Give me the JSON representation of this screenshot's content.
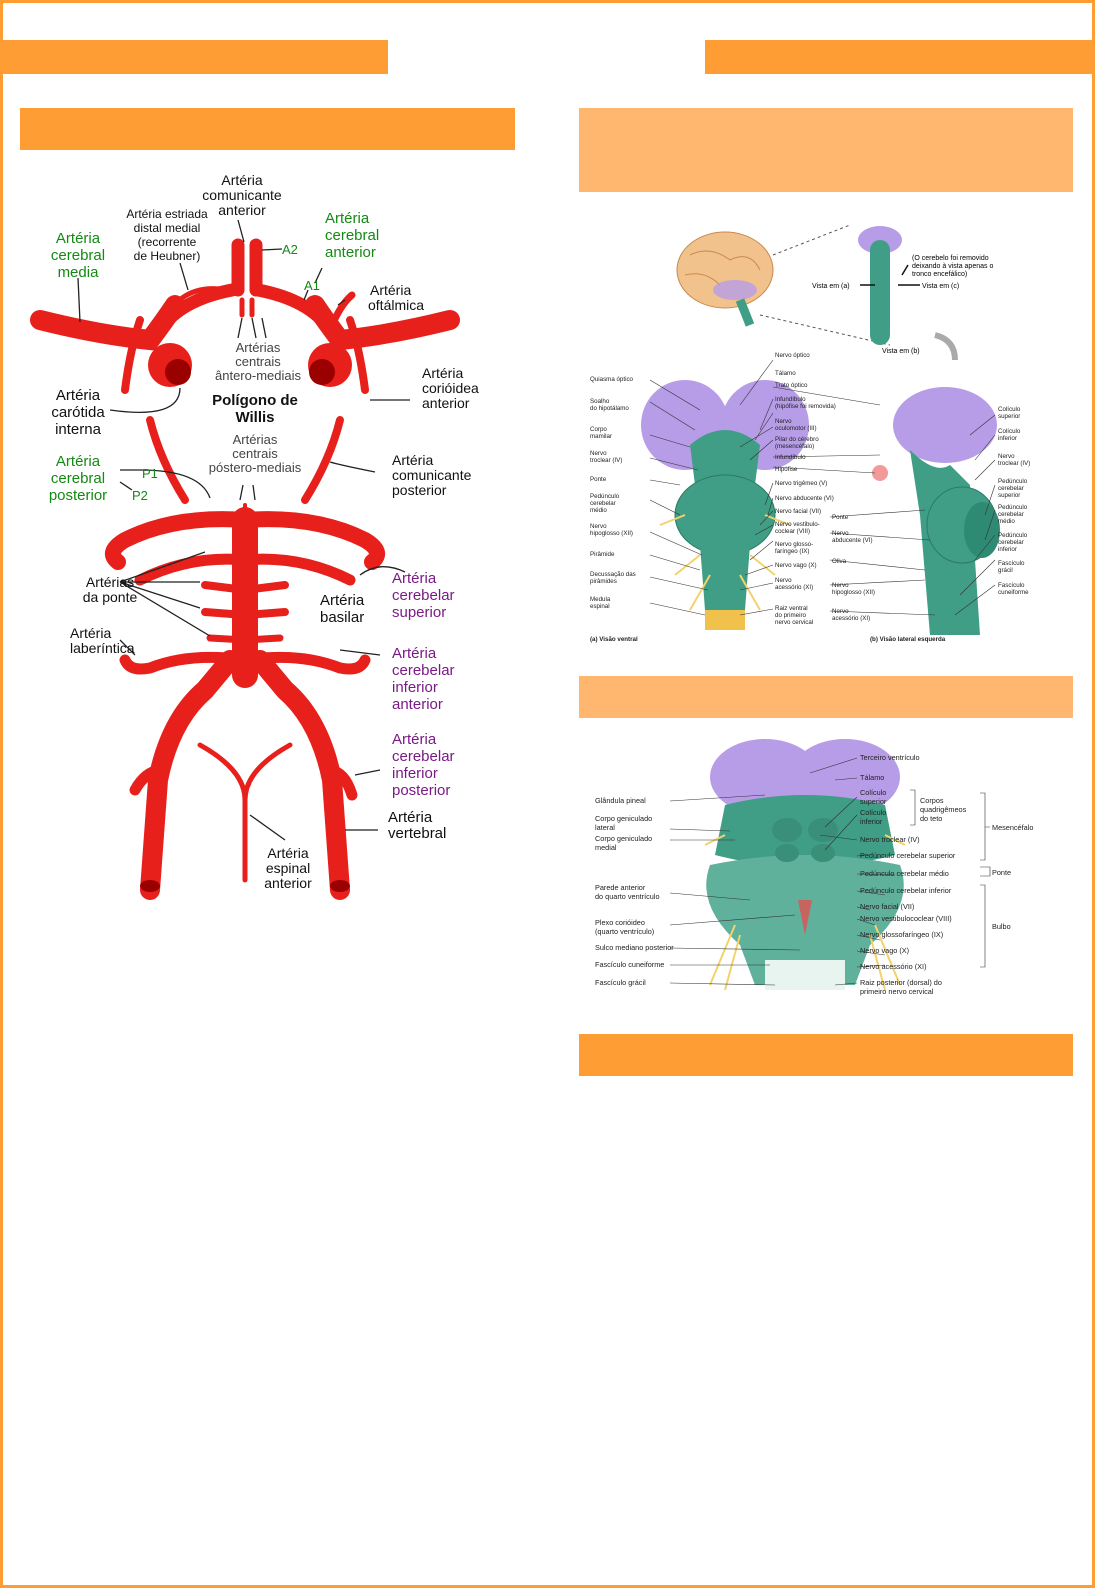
{
  "colors": {
    "frame": "#ff9d35",
    "bar": "#ff9d35",
    "bar_light": "#ffb770",
    "artery": "#e8201c",
    "green": "#138a13",
    "purple": "#7b1a86",
    "tissue": "#3f9e85",
    "lobe": "#b79ce8",
    "nerve": "#f2d36b"
  },
  "willis": {
    "title": "Polígono de Willis",
    "labels": {
      "acom": "Artéria comunicante anterior",
      "heubner": "Artéria estriada distal medial (recorrente de Heubner)",
      "aca": "Artéria cerebral anterior",
      "a2": "A2",
      "a1": "A1",
      "mca": "Artéria cerebral media",
      "oftalmica": "Artéria oftálmica",
      "antero_mediais": "Artérias centrais ântero-mediais",
      "carotida": "Artéria carótida interna",
      "coroidea": "Artéria corióidea anterior",
      "postero_mediais": "Artérias centrais póstero-mediais",
      "pca": "Artéria cerebral posterior",
      "p1": "P1",
      "p2": "P2",
      "pcom": "Artéria comunicante posterior",
      "ponte": "Artérias da ponte",
      "sca": "Artéria cerebelar superior",
      "basilar": "Artéria basilar",
      "laberintica": "Artéria laberíntica",
      "aica": "Artéria cerebelar inferior anterior",
      "pica": "Artéria cerebelar inferior posterior",
      "vertebral": "Artéria vertebral",
      "espinal": "Artéria espinal anterior"
    }
  },
  "brainstem1": {
    "top_note": "(O cerebelo foi removido deixando à vista apenas o tronco encefálico)",
    "vista_a": "Vista em (a)",
    "vista_c": "Vista em (c)",
    "vista_b": "Vista em (b)",
    "caption_a": "(a) Visão ventral",
    "caption_b": "(b) Visão lateral esquerda",
    "left": [
      "Quiasma óptico",
      "Soalho do hipotálamo",
      "Corpo mamilar",
      "Nervo troclear (IV)",
      "Ponte",
      "Pedúnculo cerebelar médio",
      "Nervo hipoglosso (XII)",
      "Pirâmide",
      "Decussação das pirâmides",
      "Medula espinal"
    ],
    "middle": [
      "Nervo óptico",
      "Tálamo",
      "Trato óptico",
      "Infundíbulo (hipófise foi removida)",
      "Nervo oculomotor (III)",
      "Pilar do cérebro (mesencéfalo)",
      "Infundíbulo",
      "Hipófise",
      "Nervo trigêmeo (V)",
      "Nervo abducente (VI)",
      "Nervo facial (VII)",
      "Nervo vestibulo-coclear (VIII)",
      "Ponte",
      "Nervo glosso-faríngeo (IX)",
      "Nervo abducente (VI)",
      "Nervo vago (X)",
      "Oliva",
      "Nervo acessório (XI)",
      "Nervo hipoglosso (XII)",
      "Raiz ventral do primeiro nervo cervical",
      "Nervo acessório (XI)"
    ],
    "right": [
      "Colículo superior",
      "Colículo inferior",
      "Nervo troclear (IV)",
      "Pedúnculo cerebelar superior",
      "Pedúnculo cerebelar médio",
      "Pedúnculo cerebelar inferior",
      "Fascículo grácil",
      "Fascículo cuneiforme"
    ]
  },
  "brainstem2": {
    "left": [
      "Glândula pineal",
      "Corpo geniculado lateral",
      "Corpo geniculado medial",
      "Parede anterior do quarto ventrículo",
      "Plexo corióideo (quarto ventrículo)",
      "Sulco mediano posterior",
      "Fascículo cuneiforme",
      "Fascículo grácil"
    ],
    "right": [
      "Terceiro ventrículo",
      "Tálamo",
      "Colículo superior",
      "Colículo inferior",
      "Nervo troclear (IV)",
      "Pedúnculo cerebelar superior",
      "Pedúnculo cerebelar médio",
      "Pedúnculo cerebelar inferior",
      "Nervo facial (VII)",
      "Nervo vestibulococlear (VIII)",
      "Nervo glossofaríngeo (IX)",
      "Nervo vago (X)",
      "Nervo acessório (XI)",
      "Raiz posterior (dorsal) do primeiro nervo cervical"
    ],
    "groups": {
      "quad": "Corpos quadrigêmeos do teto",
      "mesencefalo": "Mesencéfalo",
      "ponte": "Ponte",
      "bulbo": "Bulbo"
    }
  }
}
